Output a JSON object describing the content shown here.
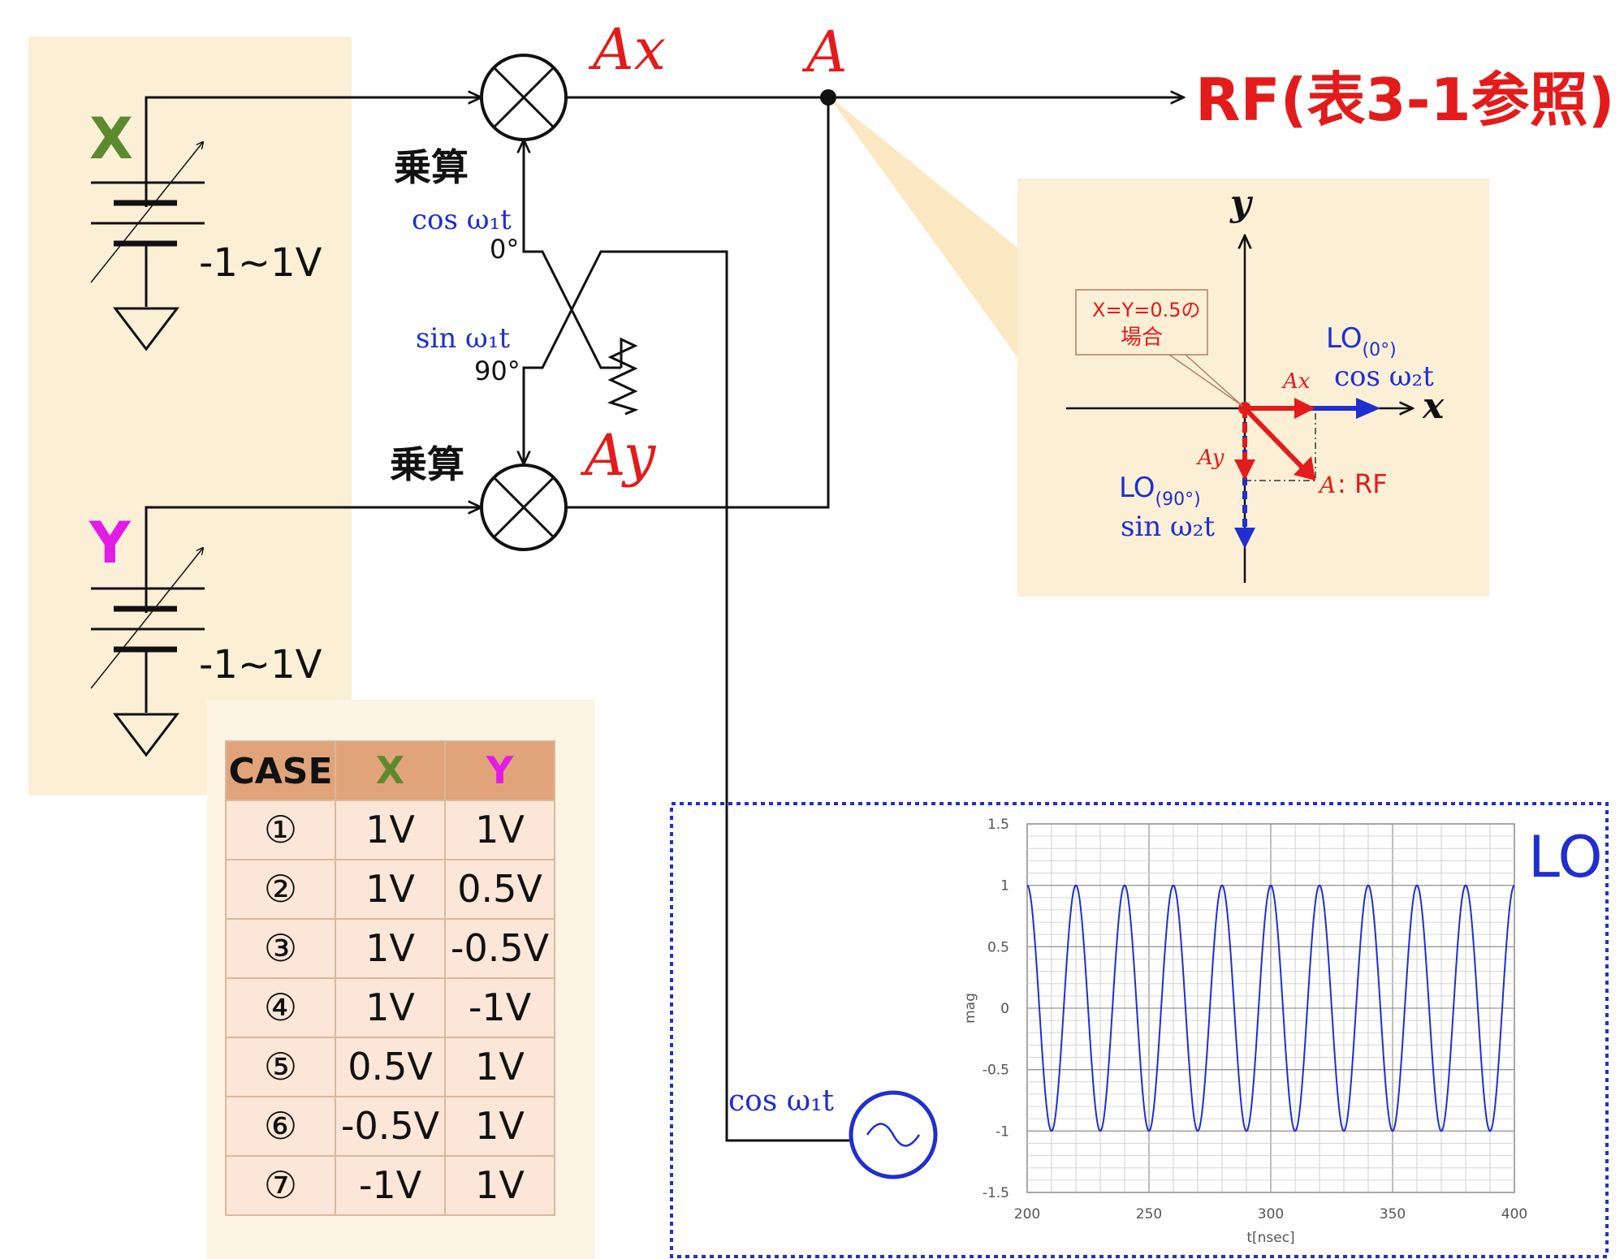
{
  "colors": {
    "panel_bg": "#fbefd6",
    "table_header_bg": "#e1a37a",
    "table_body_bg": "#fbe6d7",
    "red": "#e31b1b",
    "blue": "#1f2fd0",
    "green": "#5c8a2e",
    "magenta": "#e21be6",
    "black": "#111111"
  },
  "sources": {
    "x_label": "X",
    "y_label": "Y",
    "x_range": "-1~1V",
    "y_range": "-1~1V"
  },
  "mixers": {
    "top_label": "乗算",
    "bottom_label": "乗算",
    "top_output": "Ax",
    "bottom_output": "Ay"
  },
  "node": {
    "label": "A"
  },
  "output": {
    "label": "RF(表3-1参照)"
  },
  "splitter": {
    "cos_label": "cos ω₁t",
    "cos_phase": "0°",
    "sin_label": "sin ω₁t",
    "sin_phase": "90°"
  },
  "vector_diagram": {
    "y_axis": "y",
    "x_axis": "x",
    "callout": "X=Y=0.5の\n場合",
    "callout_line1": "X=Y=0.5の",
    "callout_line2": "場合",
    "lo0_label": "LO",
    "lo0_sub": "(0°)",
    "lo0_func": "cos ω₂t",
    "lo90_label": "LO",
    "lo90_sub": "(90°)",
    "lo90_func": "sin ω₂t",
    "ax_label": "Ax",
    "ay_label": "Ay",
    "a_label": "A",
    "rf_label": ": RF"
  },
  "table": {
    "headers": [
      "CASE",
      "X",
      "Y"
    ],
    "rows": [
      [
        "①",
        "1V",
        "1V"
      ],
      [
        "②",
        "1V",
        "0.5V"
      ],
      [
        "③",
        "1V",
        "-0.5V"
      ],
      [
        "④",
        "1V",
        "-1V"
      ],
      [
        "⑤",
        "0.5V",
        "1V"
      ],
      [
        "⑥",
        "-0.5V",
        "1V"
      ],
      [
        "⑦",
        "-1V",
        "1V"
      ]
    ]
  },
  "lo_box": {
    "title": "LO",
    "source_label": "cos ω₁t"
  },
  "chart_data": {
    "type": "line",
    "title": "",
    "xlabel": "t[nsec]",
    "ylabel": "mag",
    "xlim": [
      200,
      400
    ],
    "ylim": [
      -1.5,
      1.5
    ],
    "x_ticks": [
      "200",
      "250",
      "300",
      "350",
      "400"
    ],
    "y_ticks": [
      "1.5",
      "1",
      "0.5",
      "0",
      "-0.5",
      "-1",
      "-1.5"
    ],
    "grid": true,
    "series": [
      {
        "function": "cos",
        "amplitude": 1,
        "period_nsec": 20,
        "x_start": 200,
        "x_end": 400
      }
    ]
  }
}
